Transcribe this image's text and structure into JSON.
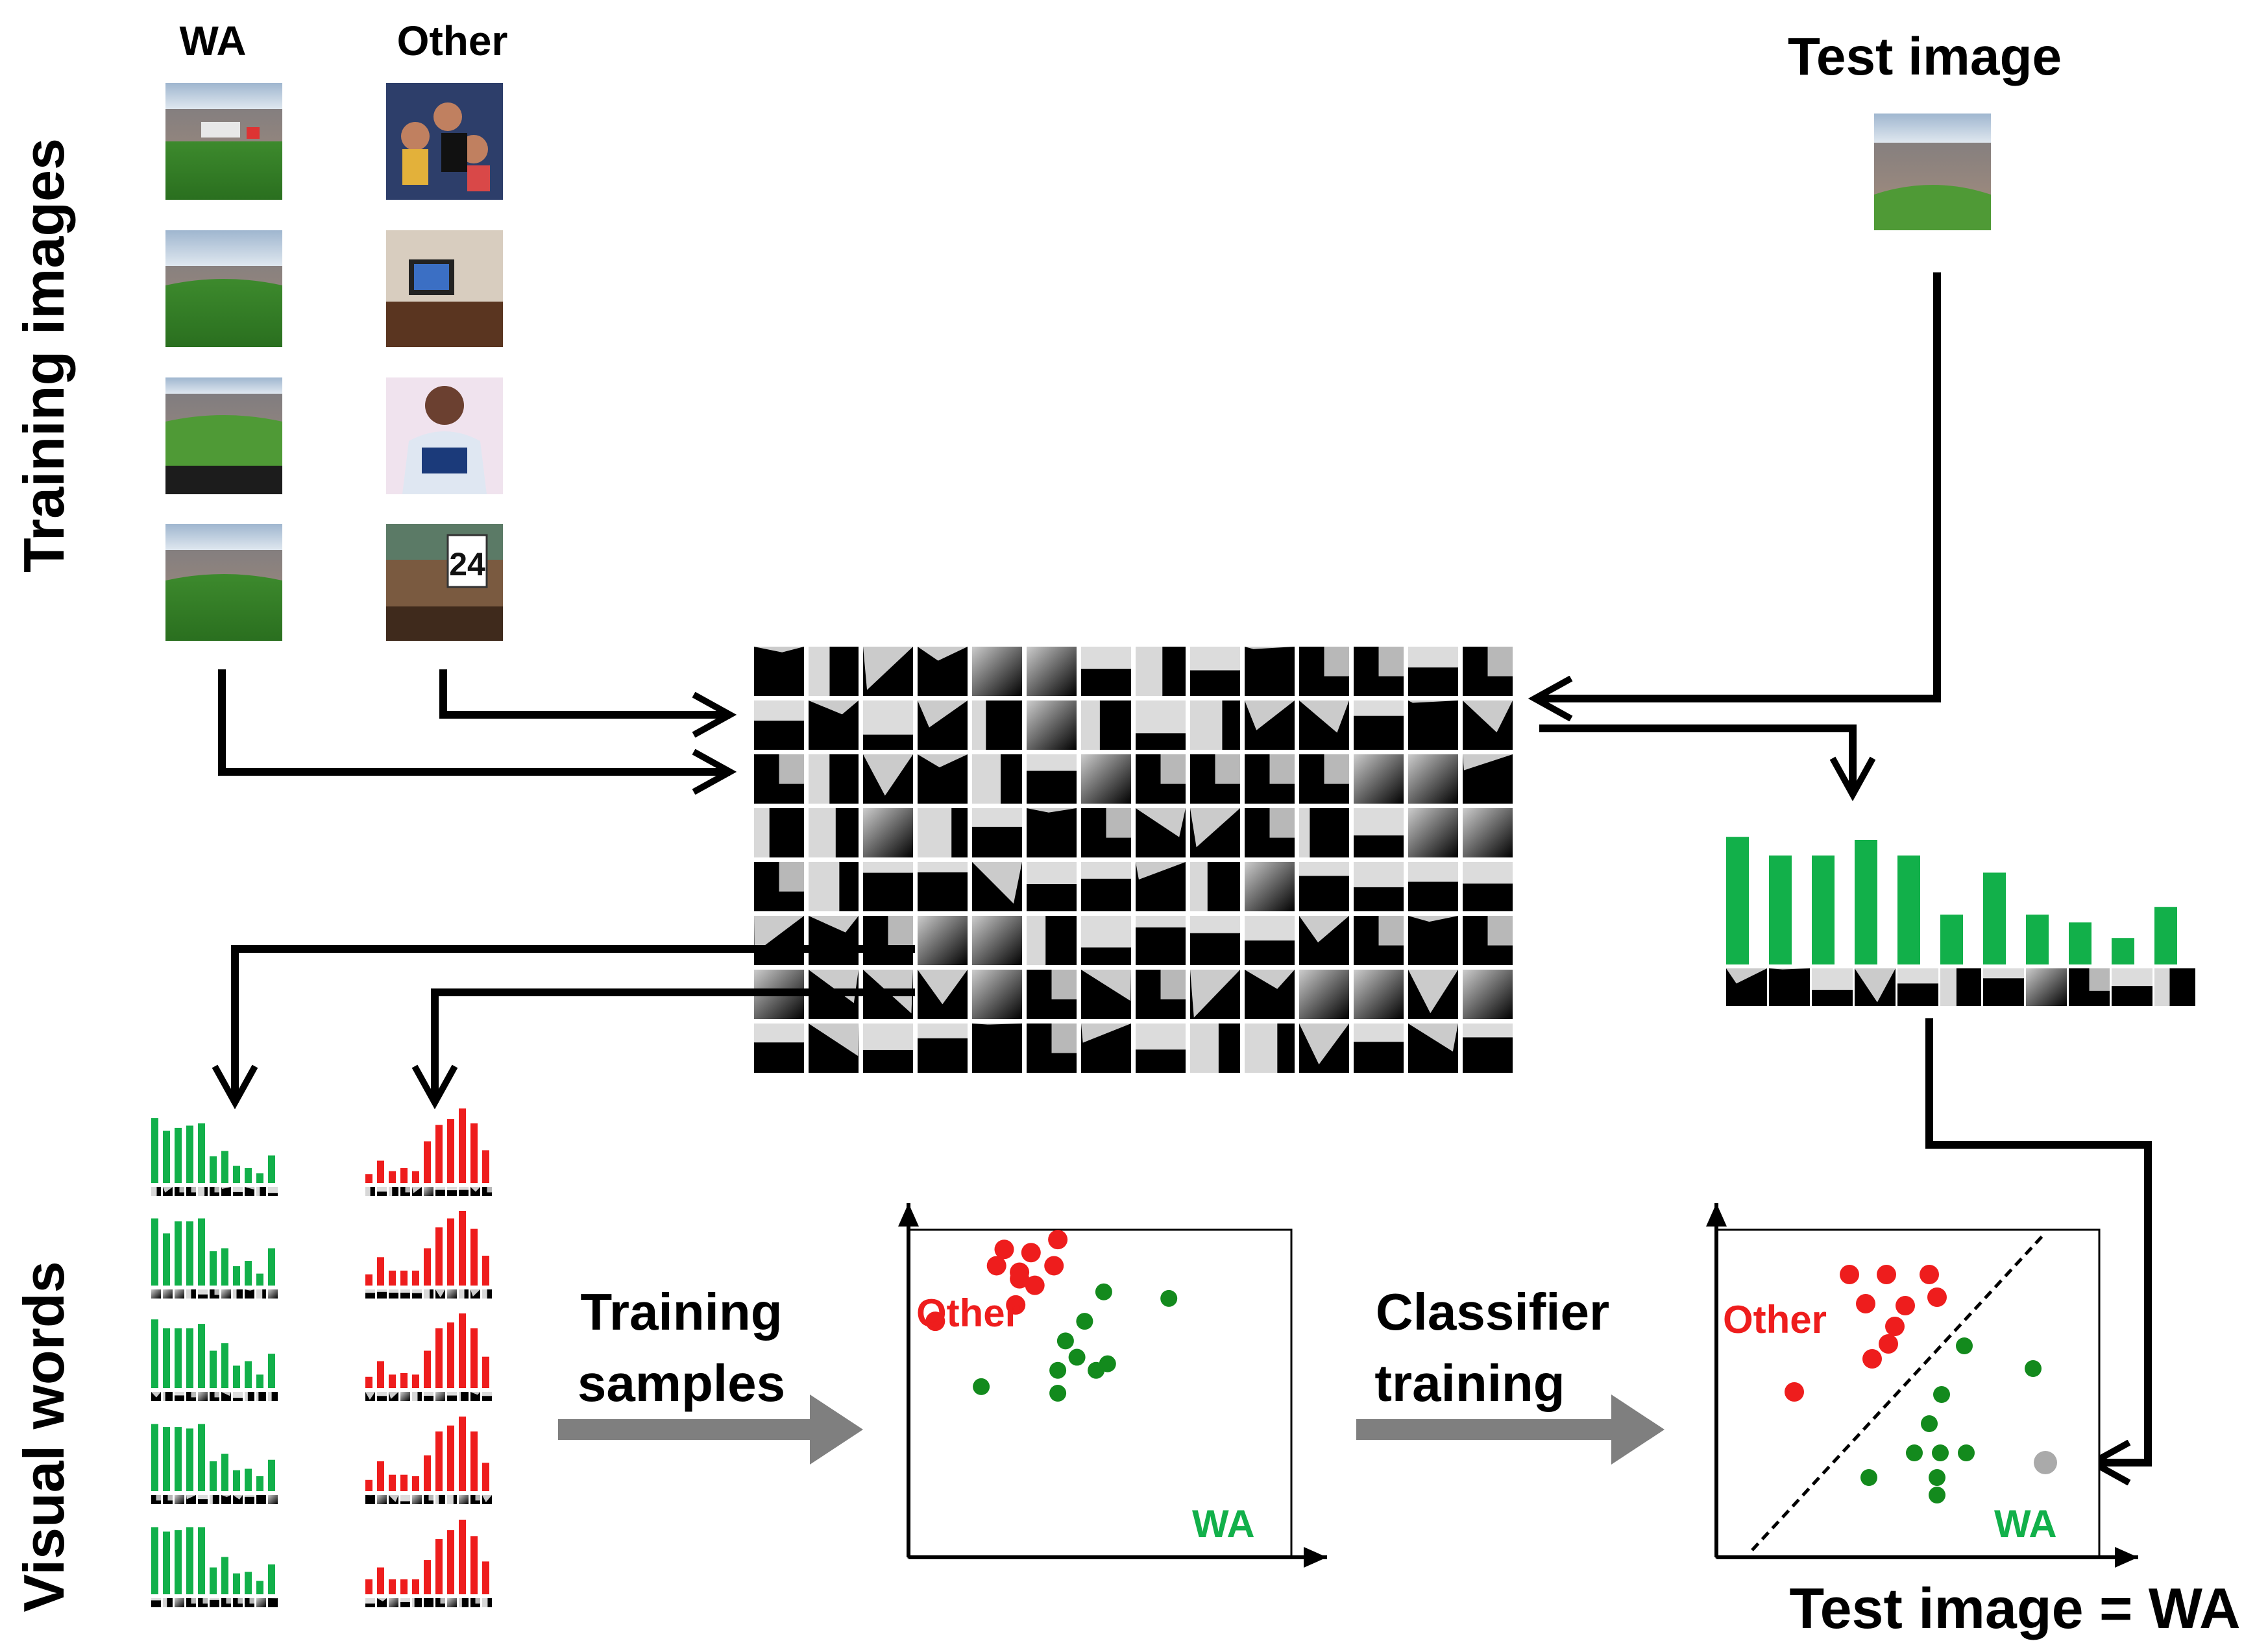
{
  "labels": {
    "wa_column": "WA",
    "other_column": "Other",
    "test_image": "Test image",
    "training_images": "Training images",
    "visual_words": "Visual words",
    "training_samples_line1": "Training",
    "training_samples_line2": "samples",
    "classifier_line1": "Classifier",
    "classifier_line2": "training",
    "scatter_other": "Other",
    "scatter_wa": "WA",
    "result": "Test image = WA"
  },
  "colors": {
    "wa": "#12b04a",
    "other": "#ee1d1d",
    "scatter_wa": "#138a1d",
    "scatter_other": "#ee1d1d",
    "test_point": "#aaaaaa",
    "arrow": "#000000",
    "gray_arrow": "#7f7f7f"
  },
  "test_histogram": [
    0.82,
    0.7,
    0.7,
    0.8,
    0.7,
    0.32,
    0.59,
    0.32,
    0.27,
    0.17,
    0.37
  ],
  "wa_histograms": [
    [
      0.87,
      0.7,
      0.74,
      0.77,
      0.8,
      0.36,
      0.43,
      0.23,
      0.2,
      0.13,
      0.37
    ],
    [
      0.9,
      0.7,
      0.86,
      0.86,
      0.9,
      0.46,
      0.5,
      0.26,
      0.33,
      0.16,
      0.5
    ],
    [
      0.92,
      0.8,
      0.8,
      0.8,
      0.86,
      0.5,
      0.6,
      0.3,
      0.36,
      0.18,
      0.46
    ],
    [
      0.9,
      0.86,
      0.86,
      0.84,
      0.9,
      0.4,
      0.5,
      0.28,
      0.3,
      0.2,
      0.42
    ],
    [
      0.9,
      0.84,
      0.86,
      0.9,
      0.9,
      0.36,
      0.5,
      0.28,
      0.3,
      0.18,
      0.4
    ]
  ],
  "other_histograms": [
    [
      0.12,
      0.3,
      0.16,
      0.2,
      0.16,
      0.56,
      0.78,
      0.86,
      1.0,
      0.8,
      0.44
    ],
    [
      0.15,
      0.38,
      0.2,
      0.2,
      0.2,
      0.5,
      0.78,
      0.9,
      1.0,
      0.76,
      0.4
    ],
    [
      0.15,
      0.36,
      0.18,
      0.2,
      0.18,
      0.5,
      0.8,
      0.88,
      1.0,
      0.8,
      0.42
    ],
    [
      0.15,
      0.4,
      0.22,
      0.22,
      0.2,
      0.48,
      0.8,
      0.88,
      1.0,
      0.8,
      0.38
    ],
    [
      0.2,
      0.36,
      0.2,
      0.2,
      0.2,
      0.46,
      0.74,
      0.86,
      1.0,
      0.78,
      0.44
    ]
  ]
}
